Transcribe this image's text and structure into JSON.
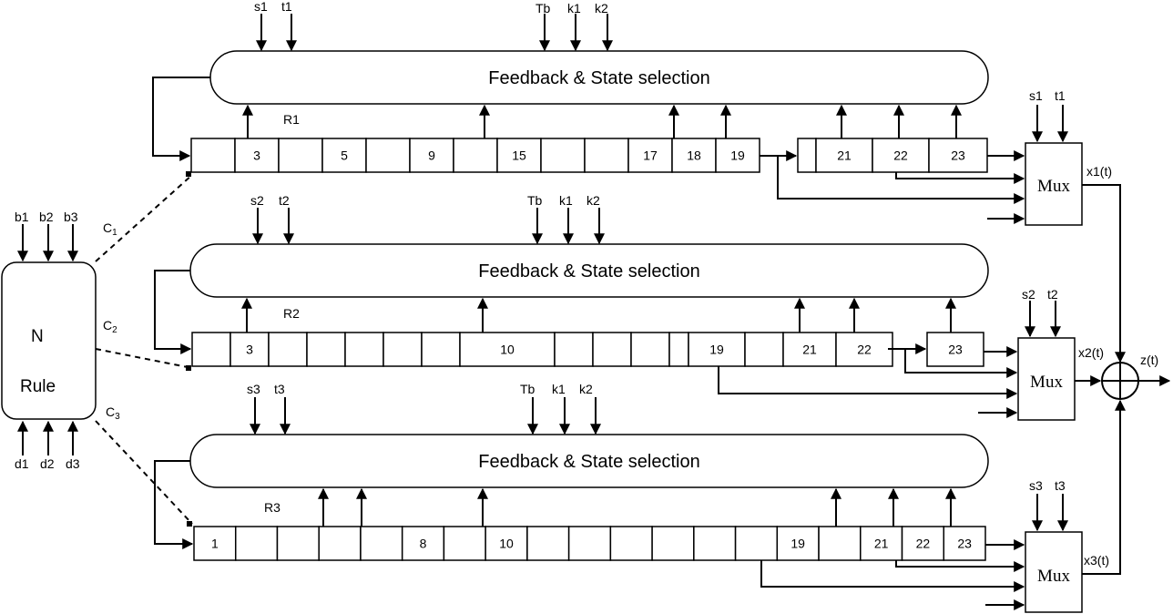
{
  "rule_block": {
    "line1": "N",
    "line2": "Rule",
    "inputs_top": [
      "b1",
      "b2",
      "b3"
    ],
    "inputs_bottom": [
      "d1",
      "d2",
      "d3"
    ],
    "connections": [
      {
        "main": "C",
        "sub": "1"
      },
      {
        "main": "C",
        "sub": "2"
      },
      {
        "main": "C",
        "sub": "3"
      }
    ]
  },
  "registers": [
    {
      "name": "R1",
      "feedback_label": "Feedback & State selection",
      "top_inputs": [
        "s1",
        "t1",
        "Tb",
        "k1",
        "k2"
      ],
      "cells": [
        "",
        "3",
        "",
        "5",
        "",
        "9",
        "",
        "15",
        "",
        "",
        "17",
        "18",
        "19"
      ],
      "extra_cells": [
        "",
        "21",
        "22",
        "23"
      ],
      "mux": {
        "label": "Mux",
        "inputs": [
          "s1",
          "t1"
        ],
        "output": "x1(t)"
      }
    },
    {
      "name": "R2",
      "feedback_label": "Feedback & State selection",
      "top_inputs": [
        "s2",
        "t2",
        "Tb",
        "k1",
        "k2"
      ],
      "cells": [
        "",
        "3",
        "",
        "",
        "",
        "",
        "",
        "10",
        "",
        "",
        "",
        "",
        "19",
        "",
        "21",
        "22"
      ],
      "extra_cells": [
        "23"
      ],
      "mux": {
        "label": "Mux",
        "inputs": [
          "s2",
          "t2"
        ],
        "output": "x2(t)"
      }
    },
    {
      "name": "R3",
      "feedback_label": "Feedback & State selection",
      "top_inputs": [
        "s3",
        "t3",
        "Tb",
        "k1",
        "k2"
      ],
      "cells": [
        "1",
        "",
        "",
        "",
        "",
        "8",
        "",
        "10",
        "",
        "",
        "",
        "",
        "",
        "",
        "19",
        "",
        "21",
        "22",
        "23"
      ],
      "extra_cells": [],
      "mux": {
        "label": "Mux",
        "inputs": [
          "s3",
          "t3"
        ],
        "output": "x3(t)"
      }
    }
  ],
  "output": {
    "label": "z(t)"
  }
}
